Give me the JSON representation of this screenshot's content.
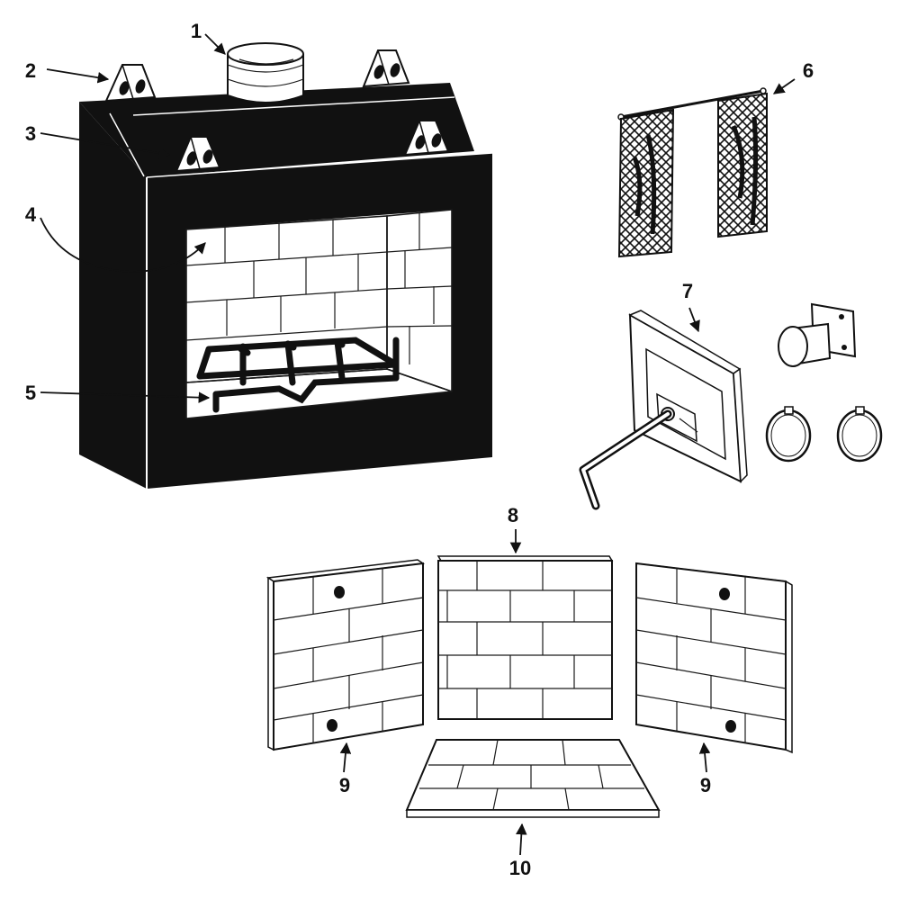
{
  "callouts": {
    "c1": "1",
    "c2": "2",
    "c3": "3",
    "c4": "4",
    "c5": "5",
    "c6": "6",
    "c7": "7",
    "c8": "8",
    "c9_left": "9",
    "c9_right": "9",
    "c10": "10"
  },
  "colors": {
    "ink": "#111111",
    "fill_dark": "#111111",
    "paper": "#ffffff"
  }
}
